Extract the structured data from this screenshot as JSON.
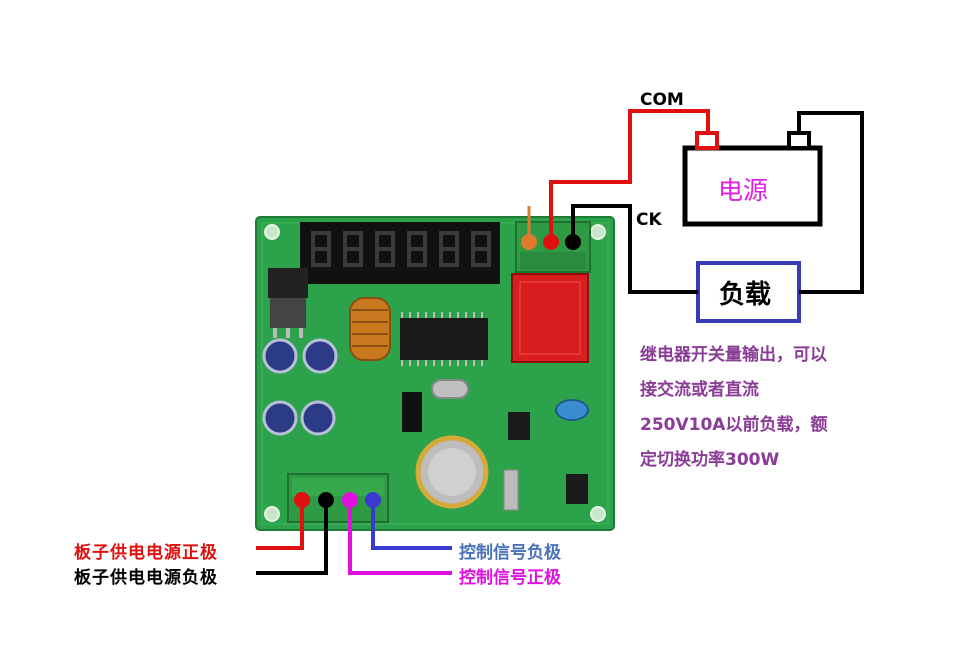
{
  "labels": {
    "com": "COM",
    "ck": "CK",
    "power_source": "电源",
    "load": "负载",
    "board_power_positive": "板子供电电源正极",
    "board_power_negative": "板子供电电源负极",
    "control_signal_negative": "控制信号负极",
    "control_signal_positive": "控制信号正极"
  },
  "description_lines": [
    "继电器开关量输出，可以",
    "接交流或者直流",
    "250V10A以前负载，额",
    "定切换功率300W"
  ],
  "colors": {
    "wire_red": "#e01010",
    "wire_black": "#000000",
    "wire_magenta": "#e010e0",
    "wire_blue": "#3a3ad0",
    "board_green": "#2ca34a",
    "load_border": "#3a3ab8"
  }
}
